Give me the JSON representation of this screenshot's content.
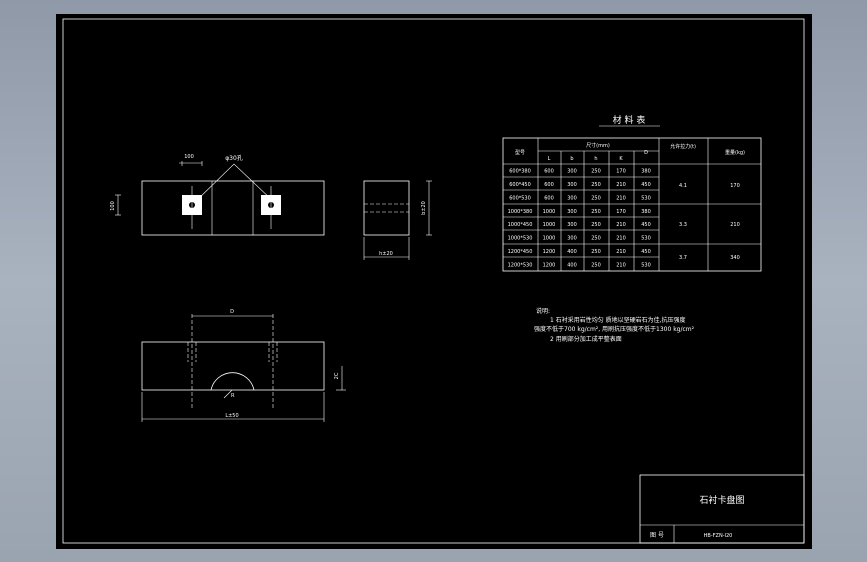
{
  "title_block": {
    "drawing_title": "石衬卡盘图",
    "drawing_no_label": "图 号",
    "drawing_no": "HB-FZN-I20"
  },
  "front_view": {
    "dim_spacing": "100",
    "dim_hole": "φ30孔",
    "dim_height": "100"
  },
  "side_view": {
    "dim_width": "h±20",
    "dim_height": "b±20"
  },
  "bottom_view": {
    "dim_D": "D",
    "dim_length": "L±50",
    "dim_R": "R",
    "dim_right": "2C"
  },
  "material_table": {
    "title": "材 料 表",
    "header_model": "型号",
    "header_size": "尺寸(mm)",
    "sub_headers": [
      "L",
      "b",
      "h",
      "K"
    ],
    "header_D": "D",
    "header_force": "允许拉力(t)",
    "header_weight": "重量(kg)",
    "rows": [
      [
        "600*380",
        "600",
        "300",
        "250",
        "170",
        "380"
      ],
      [
        "600*450",
        "600",
        "300",
        "250",
        "210",
        "450"
      ],
      [
        "600*530",
        "600",
        "300",
        "250",
        "210",
        "530"
      ],
      [
        "1000*380",
        "1000",
        "300",
        "250",
        "170",
        "380"
      ],
      [
        "1000*450",
        "1000",
        "300",
        "250",
        "210",
        "450"
      ],
      [
        "1000*530",
        "1000",
        "300",
        "250",
        "210",
        "530"
      ],
      [
        "1200*450",
        "1200",
        "400",
        "250",
        "210",
        "450"
      ],
      [
        "1200*530",
        "1200",
        "400",
        "250",
        "210",
        "530"
      ]
    ],
    "force_groups": [
      "4.1",
      "3.3",
      "3.7"
    ],
    "weight_groups": [
      "170",
      "210",
      "340"
    ]
  },
  "notes": {
    "heading": "说明:",
    "line1": "1  石衬采用岩性均匀 质地以坚硬岩石为佳,抗压强度",
    "line2": "强度不低于700 kg/cm², 用刷抗压强度不低于1300 kg/cm²",
    "line3": "2  用刷部分加工成平整表面"
  }
}
